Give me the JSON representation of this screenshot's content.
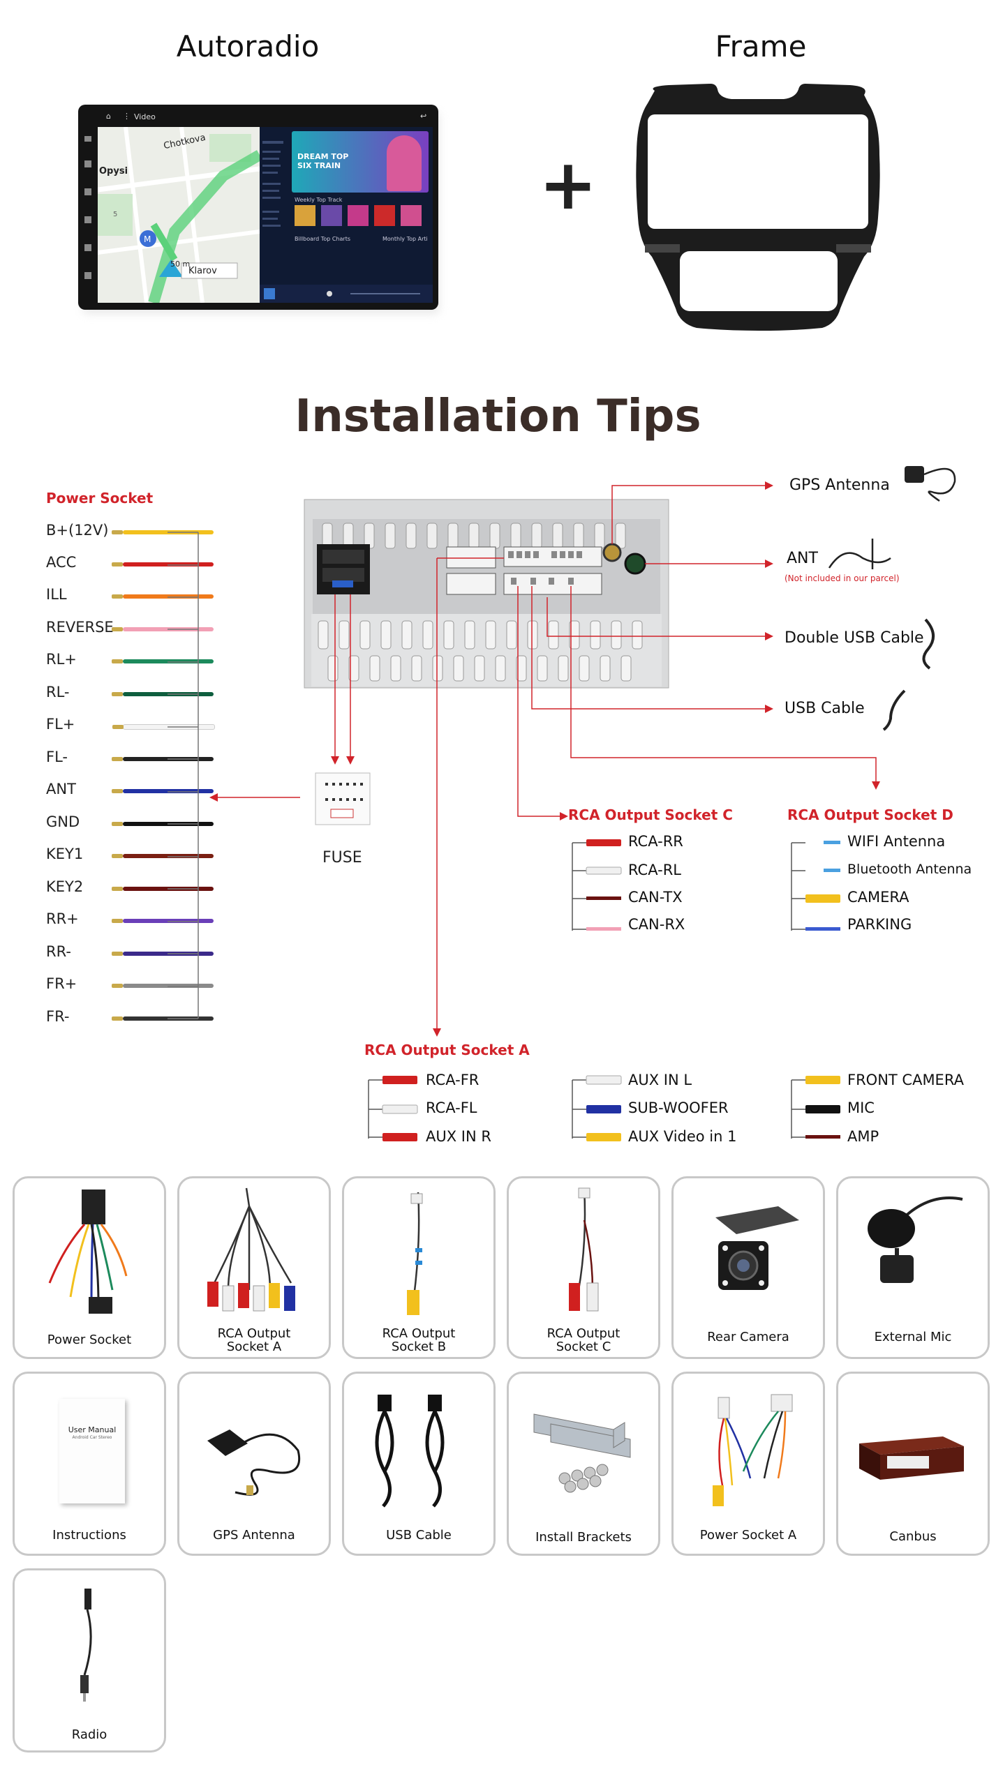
{
  "top": {
    "autoradio_title": "Autoradio",
    "frame_title": "Frame",
    "plus": "+",
    "screen": {
      "status_title": "Video",
      "map_labels": [
        "Chotkova",
        "Opysi",
        "Klarov"
      ],
      "map_distance": "50 m",
      "map_number": "5",
      "banner_line1": "DREAM TOP",
      "banner_line2": "SIX TRAIN",
      "section1": "Weekly Top Track",
      "section2": "Billboard Top Charts",
      "section3": "Monthly Top Arti"
    }
  },
  "install": {
    "title": "Installation Tips",
    "power_socket_title": "Power Socket",
    "power_wires": [
      {
        "label": "B+(12V)",
        "color": "#f2c01d"
      },
      {
        "label": "ACC",
        "color": "#d0201f"
      },
      {
        "label": "ILL",
        "color": "#f07a1b"
      },
      {
        "label": "REVERSE",
        "color": "#f2a0b5"
      },
      {
        "label": "RL+",
        "color": "#1c8a5c"
      },
      {
        "label": "RL-",
        "color": "#0e5e3e"
      },
      {
        "label": "FL+",
        "color": "#f4f4f4"
      },
      {
        "label": "FL-",
        "color": "#222222"
      },
      {
        "label": "ANT",
        "color": "#2131a3"
      },
      {
        "label": "GND",
        "color": "#111111"
      },
      {
        "label": "KEY1",
        "color": "#7a1f12"
      },
      {
        "label": "KEY2",
        "color": "#6a1210"
      },
      {
        "label": "RR+",
        "color": "#6a3fb8"
      },
      {
        "label": "RR-",
        "color": "#3b2a8a"
      },
      {
        "label": "FR+",
        "color": "#8a8a8a"
      },
      {
        "label": "FR-",
        "color": "#333333"
      }
    ],
    "fuse_label": "FUSE",
    "gps_antenna": "GPS Antenna",
    "ant": "ANT",
    "ant_note": "(Not included in our parcel)",
    "double_usb": "Double USB Cable",
    "usb_cable": "USB Cable",
    "socket_c": {
      "title": "RCA Output Socket C",
      "items": [
        "RCA-RR",
        "RCA-RL",
        "CAN-TX",
        "CAN-RX"
      ]
    },
    "socket_d": {
      "title": "RCA Output Socket D",
      "items": [
        "WIFI Antenna",
        "Bluetooth Antenna",
        "CAMERA",
        "PARKING"
      ]
    },
    "socket_a": {
      "title": "RCA Output Socket A",
      "col1": [
        "RCA-FR",
        "RCA-FL",
        "AUX IN R"
      ],
      "col2": [
        "AUX IN L",
        "SUB-WOOFER",
        "AUX Video in 1"
      ],
      "col3": [
        "FRONT CAMERA",
        "MIC",
        "AMP"
      ]
    }
  },
  "package": {
    "items": [
      [
        "Power Socket"
      ],
      [
        "RCA Output",
        "Socket A"
      ],
      [
        "RCA Output",
        "Socket B"
      ],
      [
        "RCA Output",
        "Socket C"
      ],
      [
        "Rear Camera"
      ],
      [
        "External Mic"
      ],
      [
        "Instructions"
      ],
      [
        "GPS Antenna"
      ],
      [
        "USB Cable"
      ],
      [
        "Install  Brackets"
      ],
      [
        "Power Socket A"
      ],
      [
        "Canbus"
      ],
      [
        "Radio"
      ]
    ],
    "manual_title": "User Manual",
    "manual_sub": "Android Car Stereo"
  },
  "colors": {
    "accent_red": "#d1232a",
    "title_brown": "#3b2d28",
    "border_gray": "#c8c8c8"
  }
}
